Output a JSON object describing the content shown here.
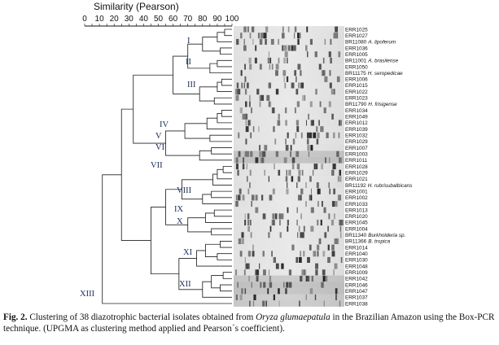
{
  "scale": {
    "title": "Similarity (Pearson)",
    "ticks": [
      "0",
      "10",
      "20",
      "30",
      "40",
      "50",
      "60",
      "70",
      "80",
      "90",
      "100"
    ]
  },
  "clusters": [
    "I",
    "II",
    "III",
    "IV",
    "V",
    "VI",
    "VII",
    "VIII",
    "IX",
    "X",
    "XI",
    "XII",
    "XIII"
  ],
  "isolates": [
    {
      "id": "ERR1025",
      "name": ""
    },
    {
      "id": "ERR1027",
      "name": ""
    },
    {
      "id": "BR11080",
      "name": "A. lipoferum"
    },
    {
      "id": "ERR1036",
      "name": ""
    },
    {
      "id": "ERR1005",
      "name": ""
    },
    {
      "id": "BR11001",
      "name": "A. brasilense"
    },
    {
      "id": "ERR1050",
      "name": ""
    },
    {
      "id": "BR11175",
      "name": "H. seropedicae"
    },
    {
      "id": "ERR1006",
      "name": ""
    },
    {
      "id": "ERR1015",
      "name": ""
    },
    {
      "id": "ERR1022",
      "name": ""
    },
    {
      "id": "ERR1023",
      "name": ""
    },
    {
      "id": "BR11790",
      "name": "H. frisigense"
    },
    {
      "id": "ERR1034",
      "name": ""
    },
    {
      "id": "ERR1049",
      "name": ""
    },
    {
      "id": "ERR1012",
      "name": ""
    },
    {
      "id": "ERR1039",
      "name": ""
    },
    {
      "id": "ERR1032",
      "name": ""
    },
    {
      "id": "ERR1029",
      "name": ""
    },
    {
      "id": "ERR1007",
      "name": ""
    },
    {
      "id": "ERR1003",
      "name": ""
    },
    {
      "id": "ERR1011",
      "name": ""
    },
    {
      "id": "ERR1028",
      "name": ""
    },
    {
      "id": "ERR1029",
      "name": ""
    },
    {
      "id": "ERR1021",
      "name": ""
    },
    {
      "id": "BR11192",
      "name": "H. rubrisubalbicans"
    },
    {
      "id": "ERR1001",
      "name": ""
    },
    {
      "id": "ERR1002",
      "name": ""
    },
    {
      "id": "ERR1033",
      "name": ""
    },
    {
      "id": "ERR1013",
      "name": ""
    },
    {
      "id": "ERR1020",
      "name": ""
    },
    {
      "id": "ERR1045",
      "name": ""
    },
    {
      "id": "ERR1004",
      "name": ""
    },
    {
      "id": "BR11340",
      "name": "Burkholderia sp."
    },
    {
      "id": "BR11366",
      "name": "B. tropica"
    },
    {
      "id": "ERR1014",
      "name": ""
    },
    {
      "id": "ERR1040",
      "name": ""
    },
    {
      "id": "ERR1030",
      "name": ""
    },
    {
      "id": "ERR1048",
      "name": ""
    },
    {
      "id": "ERR1009",
      "name": ""
    },
    {
      "id": "ERR1042",
      "name": ""
    },
    {
      "id": "ERR1046",
      "name": ""
    },
    {
      "id": "ERR1047",
      "name": ""
    },
    {
      "id": "ERR1037",
      "name": ""
    },
    {
      "id": "ERR1038",
      "name": ""
    }
  ],
  "caption": {
    "prefix": "Fig. 2.",
    "part1": " Clustering of 38 diazotrophic bacterial isolates obtained from ",
    "species": "Oryza glumaepatula",
    "part2": " in the Brazilian Amazon using the Box-PCR technique. (UPGMA as clustering method applied and Pearson´s coefficient)."
  },
  "colors": {
    "text": "#111111",
    "cluster_label": "#1b2a57",
    "gel_light": "#e4e4e4",
    "band": "#2a2a2a"
  }
}
